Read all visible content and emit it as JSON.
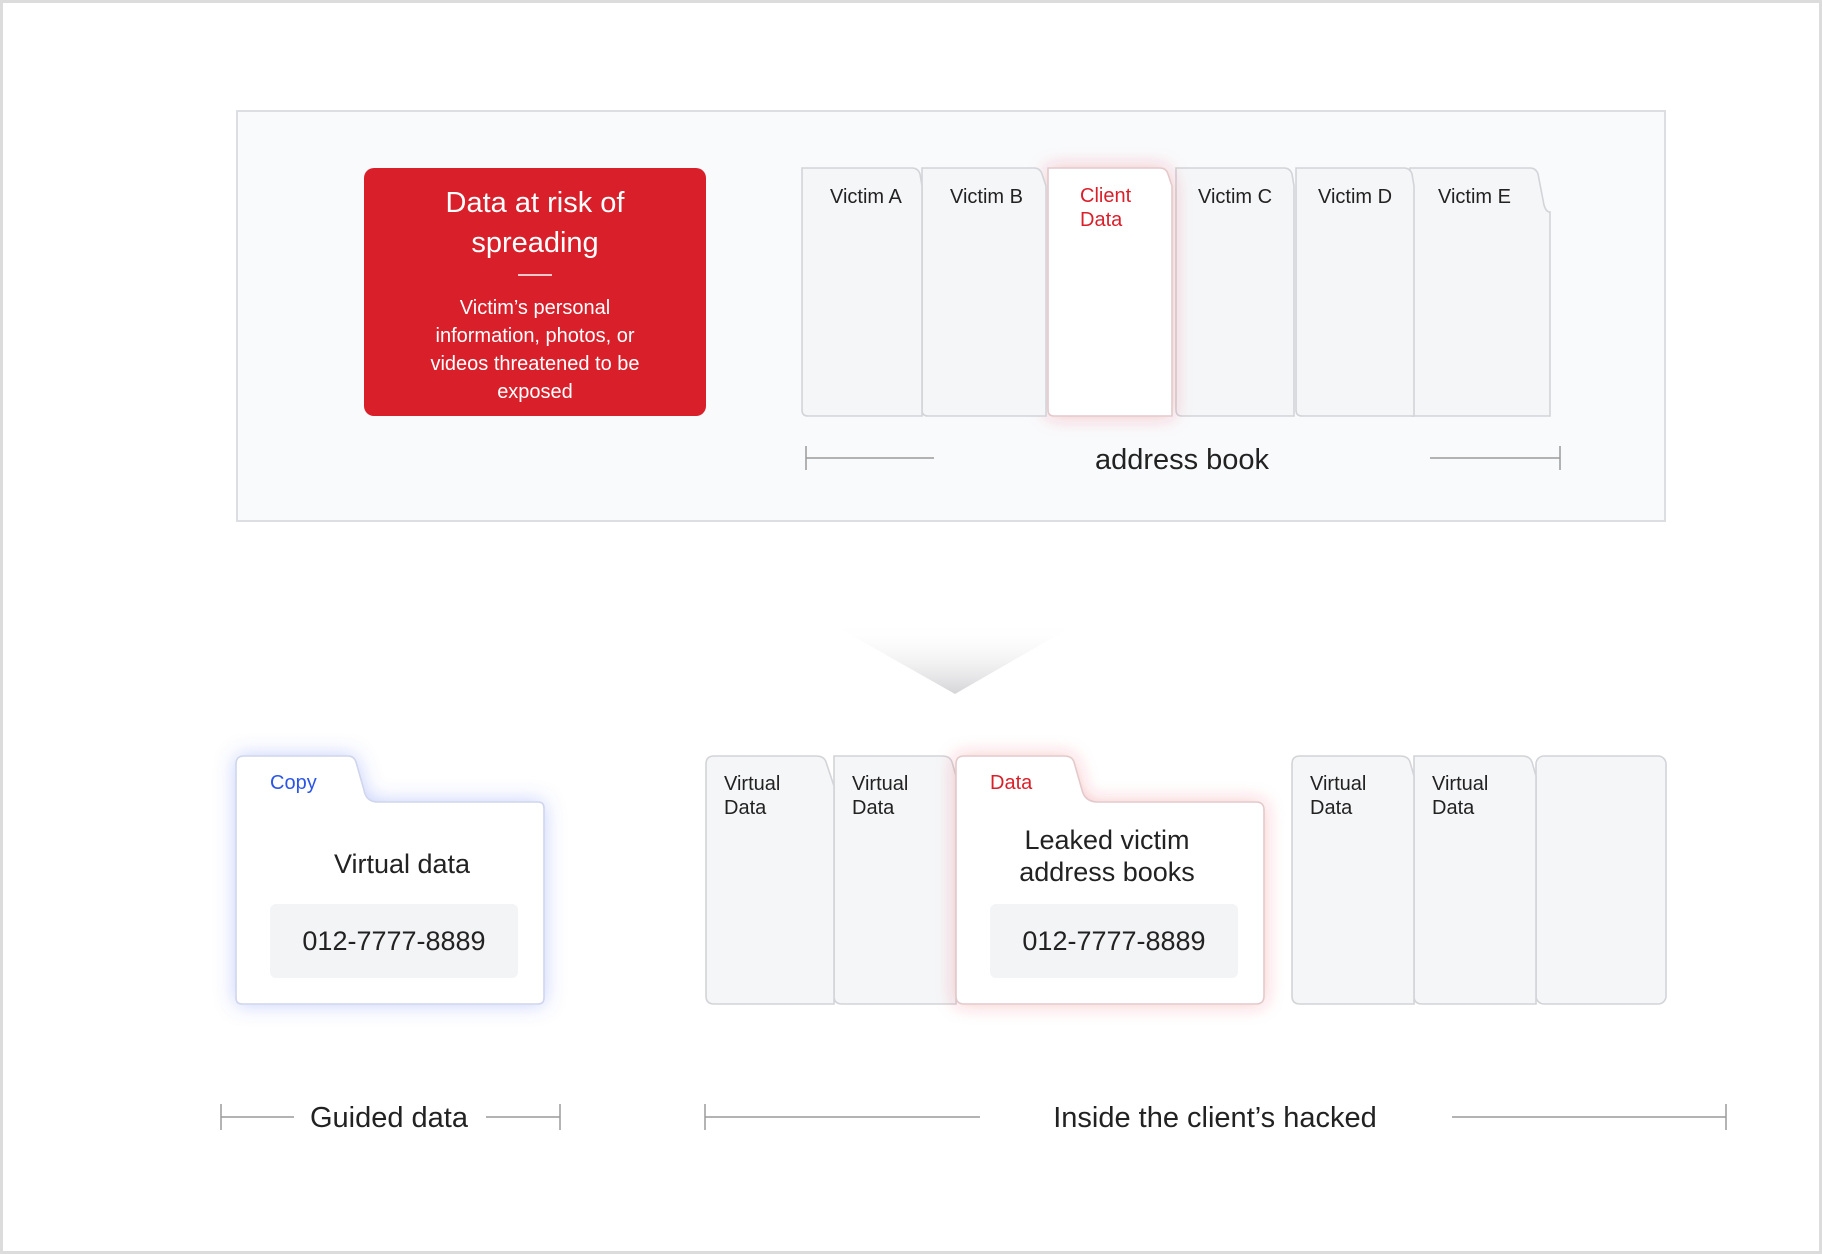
{
  "top_panel": {
    "risk_box": {
      "title_lines": [
        "Data at risk of",
        "spreading"
      ],
      "desc_lines": [
        "Victim’s personal",
        "information, photos, or",
        "videos threatened to be",
        "exposed"
      ]
    },
    "folders": [
      {
        "lines": [
          "Victim A"
        ]
      },
      {
        "lines": [
          "Victim B"
        ]
      },
      {
        "lines": [
          "Client",
          "Data"
        ],
        "highlight": true
      },
      {
        "lines": [
          "Victim C"
        ]
      },
      {
        "lines": [
          "Victim D"
        ]
      },
      {
        "lines": [
          "Victim E"
        ]
      }
    ],
    "range_label": "address book"
  },
  "bottom_left": {
    "tab_label": "Copy",
    "title": "Virtual data",
    "phone": "012-7777-8889",
    "range_label": "Guided data"
  },
  "bottom_right": {
    "folders": [
      {
        "lines": [
          "Virtual",
          "Data"
        ]
      },
      {
        "lines": [
          "Virtual",
          "Data"
        ]
      },
      {
        "lines": [
          "Data"
        ],
        "highlight": true
      },
      {
        "lines": [
          "Virtual",
          "Data"
        ]
      },
      {
        "lines": [
          "Virtual",
          "Data"
        ]
      },
      {
        "lines": []
      }
    ],
    "main_card": {
      "title_lines": [
        "Leaked victim",
        "address books"
      ],
      "phone": "012-7777-8889"
    },
    "range_label": "Inside the client’s hacked"
  },
  "colors": {
    "accent_red": "#d91f2a",
    "copy_blue": "#2b55e6",
    "folder_fill": "#f5f6f8",
    "folder_stroke": "#d2d4d8",
    "panel_fill": "#f9fafc",
    "panel_stroke": "#dcdee2",
    "text_dark": "#222222"
  }
}
